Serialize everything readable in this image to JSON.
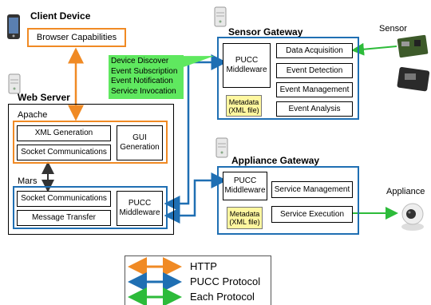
{
  "client": {
    "title": "Client Device",
    "browser": "Browser Capabilities"
  },
  "web_server": {
    "title": "Web Server",
    "apache": {
      "label": "Apache",
      "xml": "XML Generation",
      "socket": "Socket Communications",
      "gui": "GUI Generation"
    },
    "mars": {
      "label": "Mars",
      "socket": "Socket Communications",
      "message": "Message Transfer",
      "pucc": "PUCC Middleware"
    }
  },
  "event_box": {
    "lines": [
      "Device Discover",
      "Event Subscription",
      "Event Notification",
      "Service Invocation"
    ]
  },
  "sensor_gw": {
    "title": "Sensor Gateway",
    "pucc": "PUCC Middleware",
    "metadata": "Metadata (XML file)",
    "services": [
      "Data Acquisition",
      "Event Detection",
      "Event Management",
      "Event Analysis"
    ]
  },
  "appliance_gw": {
    "title": "Appliance Gateway",
    "pucc": "PUCC Middleware",
    "metadata": "Metadata (XML file)",
    "services": [
      "Service Management",
      "Service Execution"
    ]
  },
  "external": {
    "sensor": "Sensor",
    "appliance": "Appliance"
  },
  "legend": {
    "http": "HTTP",
    "pucc": "PUCC Protocol",
    "each": "Each Protocol"
  },
  "colors": {
    "http": "#f08a24",
    "pucc": "#1f6fb3",
    "each": "#2dbb3a",
    "event_bg": "#5fe85f",
    "metadata_bg": "#fff7a0"
  }
}
